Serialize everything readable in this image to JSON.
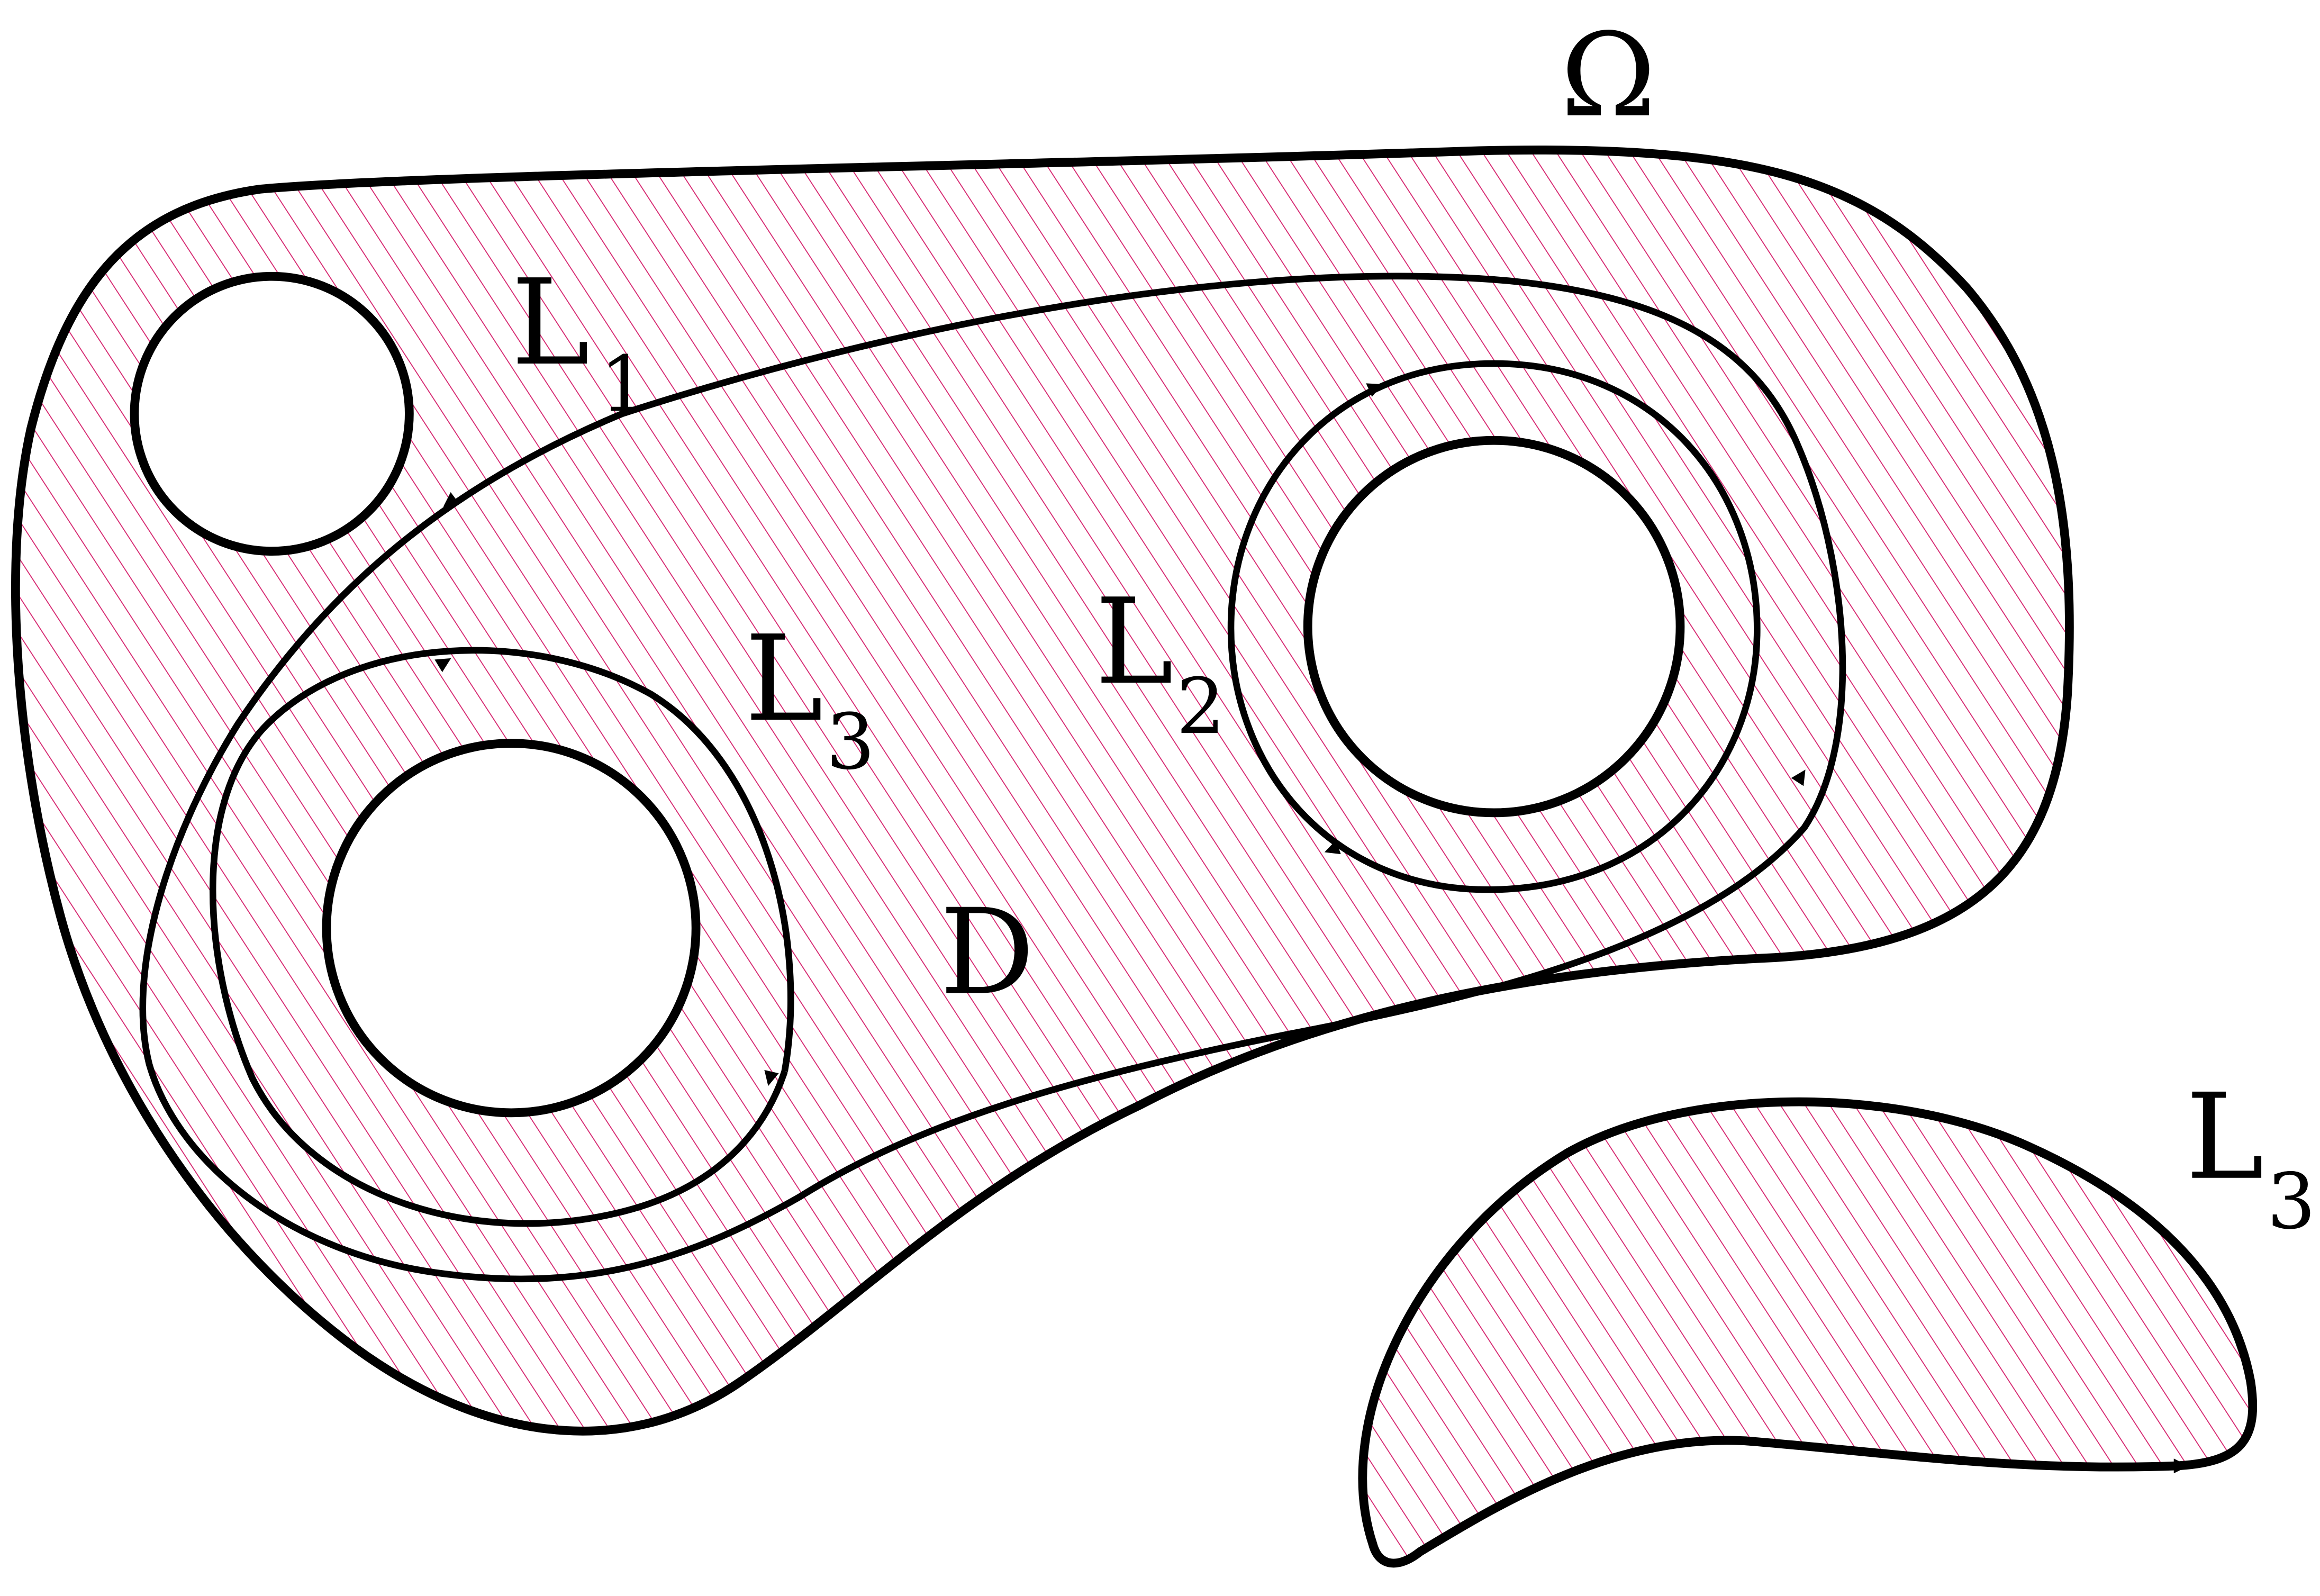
{
  "labels": {
    "omega": "Ω",
    "d": "D",
    "l1_main": "L",
    "l1_sub": "1",
    "l2_main": "L",
    "l2_sub": "2",
    "l3_inner_main": "L",
    "l3_inner_sub": "3",
    "l3_outer_main": "L",
    "l3_outer_sub": "3"
  },
  "colors": {
    "hatch": "#d6246e",
    "stroke": "#000000",
    "background": "#ffffff"
  }
}
